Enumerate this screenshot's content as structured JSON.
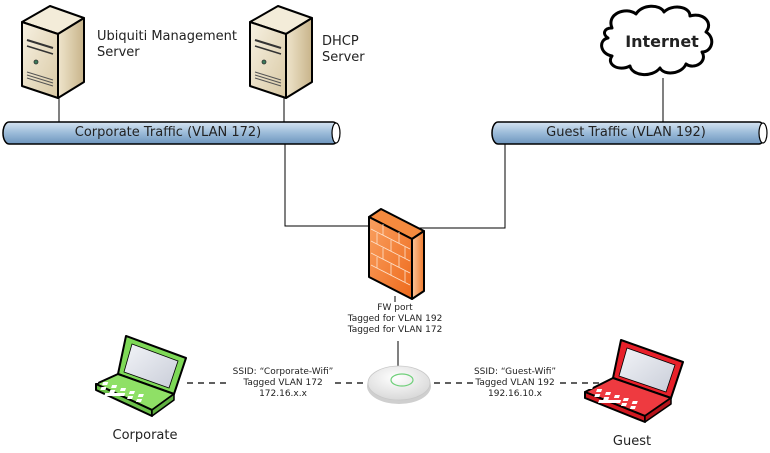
{
  "diagram": {
    "nodes": {
      "mgmt_server": {
        "label_line1": "Ubiquiti Management",
        "label_line2": "Server"
      },
      "dhcp_server": {
        "label_line1": "DHCP",
        "label_line2": "Server"
      },
      "internet": {
        "label": "Internet"
      },
      "corporate_bus": {
        "label": "Corporate Traffic (VLAN 172)"
      },
      "guest_bus": {
        "label": "Guest Traffic (VLAN 192)"
      },
      "firewall": {
        "label_line1": "FW port",
        "label_line2": "Tagged for VLAN 192",
        "label_line3": "Tagged for VLAN 172"
      },
      "access_point": {
        "label": ""
      },
      "corporate_laptop": {
        "label": "Corporate",
        "color": "#7ed957"
      },
      "guest_laptop": {
        "label": "Guest",
        "color": "#e8202a"
      }
    },
    "links": {
      "corporate_wifi": {
        "line1": "SSID: “Corporate-Wifi”",
        "line2": "Tagged VLAN 172",
        "line3": "172.16.x.x"
      },
      "guest_wifi": {
        "line1": "SSID: “Guest-Wifi”",
        "line2": "Tagged VLAN 192",
        "line3": "192.16.10.x"
      }
    },
    "colors": {
      "bus_fill": "#9bbbd9",
      "firewall": "#f47a2a",
      "server": "#ede3cc"
    }
  }
}
